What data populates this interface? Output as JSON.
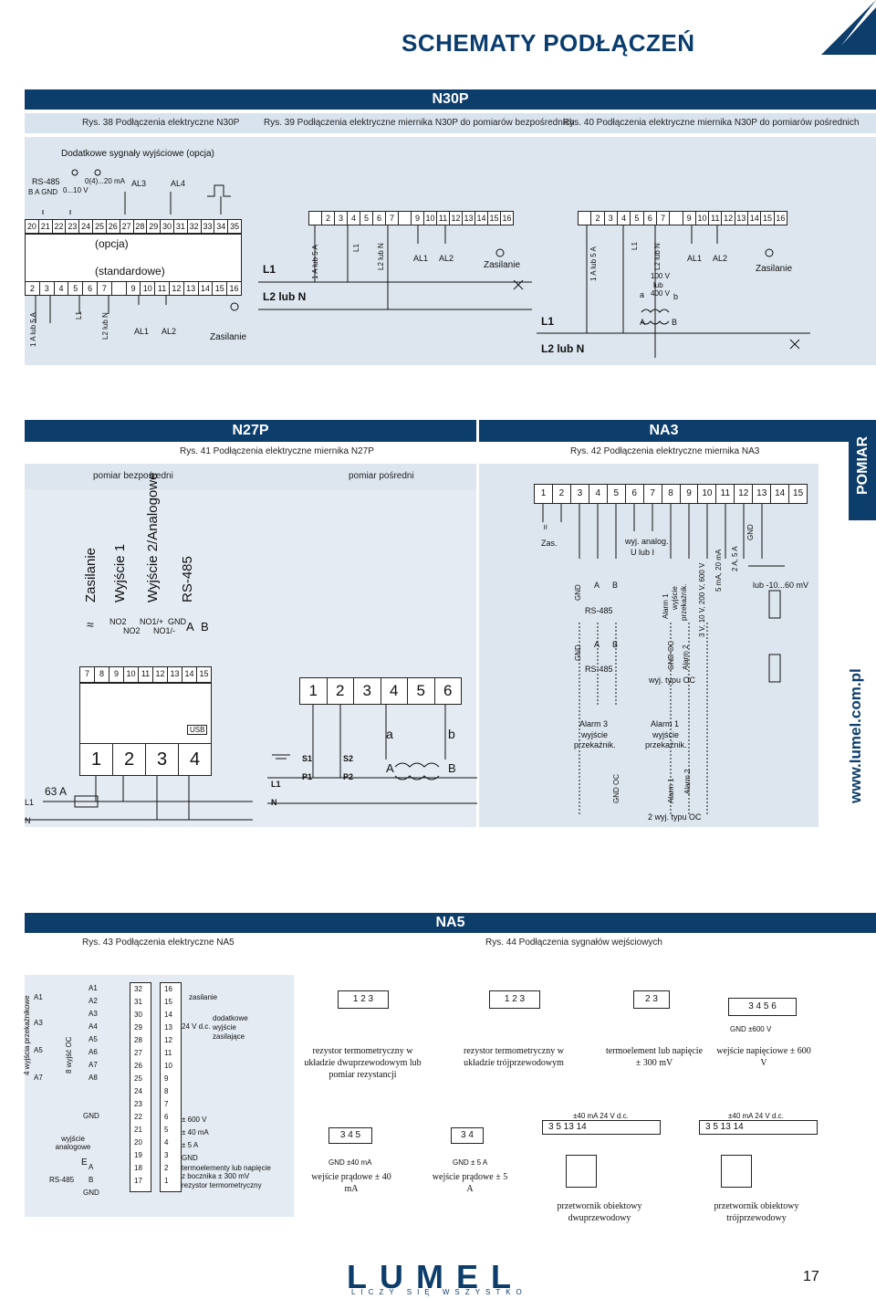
{
  "header": {
    "title": "SCHEMATY PODŁĄCZEŃ"
  },
  "sections": {
    "n30p": {
      "title": "N30P",
      "captions": [
        "Rys. 38 Podłączenia elektryczne N30P",
        "Rys. 39 Podłączenia elektryczne miernika N30P do pomiarów bezpośrednich",
        "Rys. 40 Podłączenia elektryczne miernika N30P do pomiarów pośrednich"
      ],
      "options_label": "Dodatkowe sygnały wyjściowe (opcja)",
      "rs485": "RS-485",
      "b_a_gnd": "B  A  GND",
      "current_out": "0(4)...20 mA",
      "voltage_out": "0...10 V",
      "al3": "AL3",
      "al4": "AL4",
      "opt_terminals": [
        "20",
        "21",
        "22",
        "23",
        "24",
        "25",
        "26",
        "27",
        "28",
        "29",
        "30",
        "31",
        "32",
        "33",
        "34",
        "35"
      ],
      "opcja": "(opcja)",
      "standardowe": "(standardowe)",
      "std_terminals": [
        "2",
        "3",
        "4",
        "5",
        "6",
        "7",
        "",
        "9",
        "10",
        "11",
        "12",
        "13",
        "14",
        "15",
        "16"
      ],
      "labels_bottom": [
        "1 A lub 5 A",
        "L1",
        "L2 lub N",
        "AL1",
        "AL2",
        "Zasilanie"
      ],
      "fig39_terminals": [
        "",
        "2",
        "3",
        "4",
        "5",
        "6",
        "7",
        "",
        "9",
        "10",
        "11",
        "12",
        "13",
        "14",
        "15",
        "16"
      ],
      "l1": "L1",
      "l2n": "L2 lub N",
      "fig39_labels": [
        "1 A lub 5 A",
        "L1",
        "L2 lub N",
        "AL1",
        "AL2",
        "Zasilanie"
      ],
      "fig40_labels": [
        "1 A lub 5 A",
        "L1",
        "L2 lub N",
        "100 V",
        "lub",
        "400 V",
        "a",
        "b",
        "A",
        "B",
        "AL1",
        "AL2",
        "Zasilanie"
      ]
    },
    "n27p": {
      "title": "N27P",
      "caption": "Rys. 41 Podłączenia elektryczne miernika N27P",
      "direct": "pomiar bezpośredni",
      "indirect": "pomiar pośredni",
      "vert_labels": [
        "Zasilanie",
        "Wyjście 1",
        "Wyjście 2/Analogowe",
        "RS-485"
      ],
      "out_labels": [
        "NO2",
        "NO2",
        "NO1/+",
        "NO1/-",
        "GND",
        "A",
        "B"
      ],
      "terminals": [
        "7",
        "8",
        "9",
        "10",
        "11",
        "12",
        "13",
        "14",
        "15"
      ],
      "usb": "USB",
      "bottom_terms": [
        "1",
        "2",
        "3",
        "4"
      ],
      "fuse": "63 A",
      "l1": "L1",
      "n": "N",
      "ind_terms": [
        "1",
        "2",
        "3",
        "4",
        "5",
        "6"
      ],
      "ind_labels": [
        "S1",
        "S2",
        "P1",
        "P2",
        "a",
        "b",
        "A",
        "B",
        "L1",
        "N"
      ]
    },
    "na3": {
      "title": "NA3",
      "caption": "Rys. 42 Podłączenia elektryczne miernika NA3",
      "terminals": [
        "1",
        "2",
        "3",
        "4",
        "5",
        "6",
        "7",
        "8",
        "9",
        "10",
        "11",
        "12",
        "13",
        "14",
        "15"
      ],
      "labels": [
        "Zas.",
        "wyj. analog.",
        "U lub I",
        "GND",
        "A",
        "B",
        "RS-485",
        "Alarm 1",
        "wyjście",
        "przekaźnik.",
        "3 V, 10 V, 200 V, 600 V",
        "5 mA, 20 mA",
        "2 A, 5 A",
        "GND",
        "lub -10...60 mV",
        "GND",
        "A",
        "B",
        "RS-485",
        "GND OC",
        "Alarm 2",
        "wyj. typu OC",
        "Alarm 3",
        "wyjście",
        "przekaźnik.",
        "Alarm 1",
        "wyjście",
        "przekaźnik.",
        "GND OC",
        "Alarm 1",
        "Alarm 2",
        "2 wyj. typu OC"
      ]
    },
    "na5": {
      "title": "NA5",
      "captions": [
        "Rys. 43 Podłączenia elektryczne NA5",
        "Rys. 44 Podłączenia sygnałów wejściowych"
      ],
      "left_vert": "4 wyjścia przekaźnikowe",
      "oc_vert": "8 wyjść OC",
      "a_labels": [
        "A1",
        "A3",
        "A5",
        "A7"
      ],
      "col1": [
        "A1",
        "A2",
        "A3",
        "A4",
        "A5",
        "A6",
        "A7",
        "A8",
        "GND",
        "",
        "",
        "",
        "E",
        "A",
        "B",
        "GND"
      ],
      "col2": [
        "32",
        "31",
        "30",
        "29",
        "28",
        "27",
        "26",
        "25",
        "24",
        "23",
        "22",
        "21",
        "20",
        "19",
        "18",
        "17"
      ],
      "col3": [
        "16",
        "15",
        "14",
        "13",
        "12",
        "11",
        "10",
        "9",
        "8",
        "7",
        "6",
        "5",
        "4",
        "3",
        "2",
        "1"
      ],
      "zasilanie": "zasilanie",
      "v24": "24 V d.c.",
      "dodatkowe": "dodatkowe",
      "wyjscie": "wyjście",
      "zasilajace": "zasilające",
      "v600": "± 600 V",
      "ma40": "± 40 mA",
      "a5": "± 5 A",
      "gnd": "GND",
      "termoel": "termoelementy lub napięcie",
      "bocznik": "z bocznika ± 300 mV",
      "rez": "rezystor termometryczny",
      "wy_analog": "wyjście analogowe",
      "rs485": "RS-485",
      "in_boxes": [
        {
          "terms": "1  2  3",
          "desc": "rezystor termometryczny w układzie dwuprzewodowym lub pomiar rezystancji"
        },
        {
          "terms": "1  2  3",
          "desc": "rezystor termometryczny w układzie trójprzewodowym"
        },
        {
          "terms": "2  3",
          "desc": "termoelement lub napięcie ± 300 mV"
        },
        {
          "terms": "3  4  5  6",
          "desc": "wejście napięciowe ± 600 V"
        }
      ],
      "gnd_600": "GND      ±600 V",
      "current_boxes": [
        {
          "terms": "3  4  5",
          "sub": "GND     ±40 mA",
          "desc": "wejście prądowe ± 40 mA"
        },
        {
          "terms": "3  4",
          "sub": "GND    ± 5 A",
          "desc": "wejście prądowe ± 5 A"
        }
      ],
      "transducers": [
        {
          "top": "±40 mA        24 V d.c.",
          "terms": "3    5    13  14",
          "desc": "przetwornik obiektowy dwuprzewodowy"
        },
        {
          "top": "±40 mA        24 V d.c.",
          "terms": "3    5    13  14",
          "desc": "przetwornik obiektowy trójprzewodowy"
        }
      ]
    }
  },
  "side": {
    "pomiar": "POMIAR",
    "www": "www.lumel.com.pl"
  },
  "footer": {
    "logo": "LUMEL",
    "tagline": "LICZY SIĘ WSZYSTKO",
    "page": "17"
  }
}
